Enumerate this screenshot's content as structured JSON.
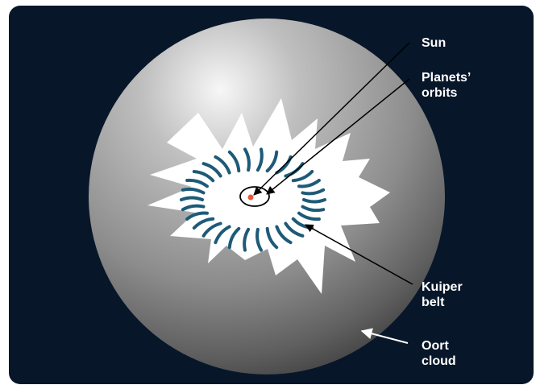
{
  "diagram": {
    "labels": {
      "sun": "Sun",
      "orbits": "Planets’\norbits",
      "kuiper": "Kuiper\nbelt",
      "oort": "Oort\ncloud"
    },
    "colors": {
      "background": "#081629",
      "sphere_light": "#f4f4f4",
      "sphere_dark": "#3c3c3c",
      "disk": "#ffffff",
      "kuiper_belt": "#1e5a78",
      "sun": "#e8573a",
      "line": "#000000",
      "arrow_outside": "#ffffff"
    }
  }
}
